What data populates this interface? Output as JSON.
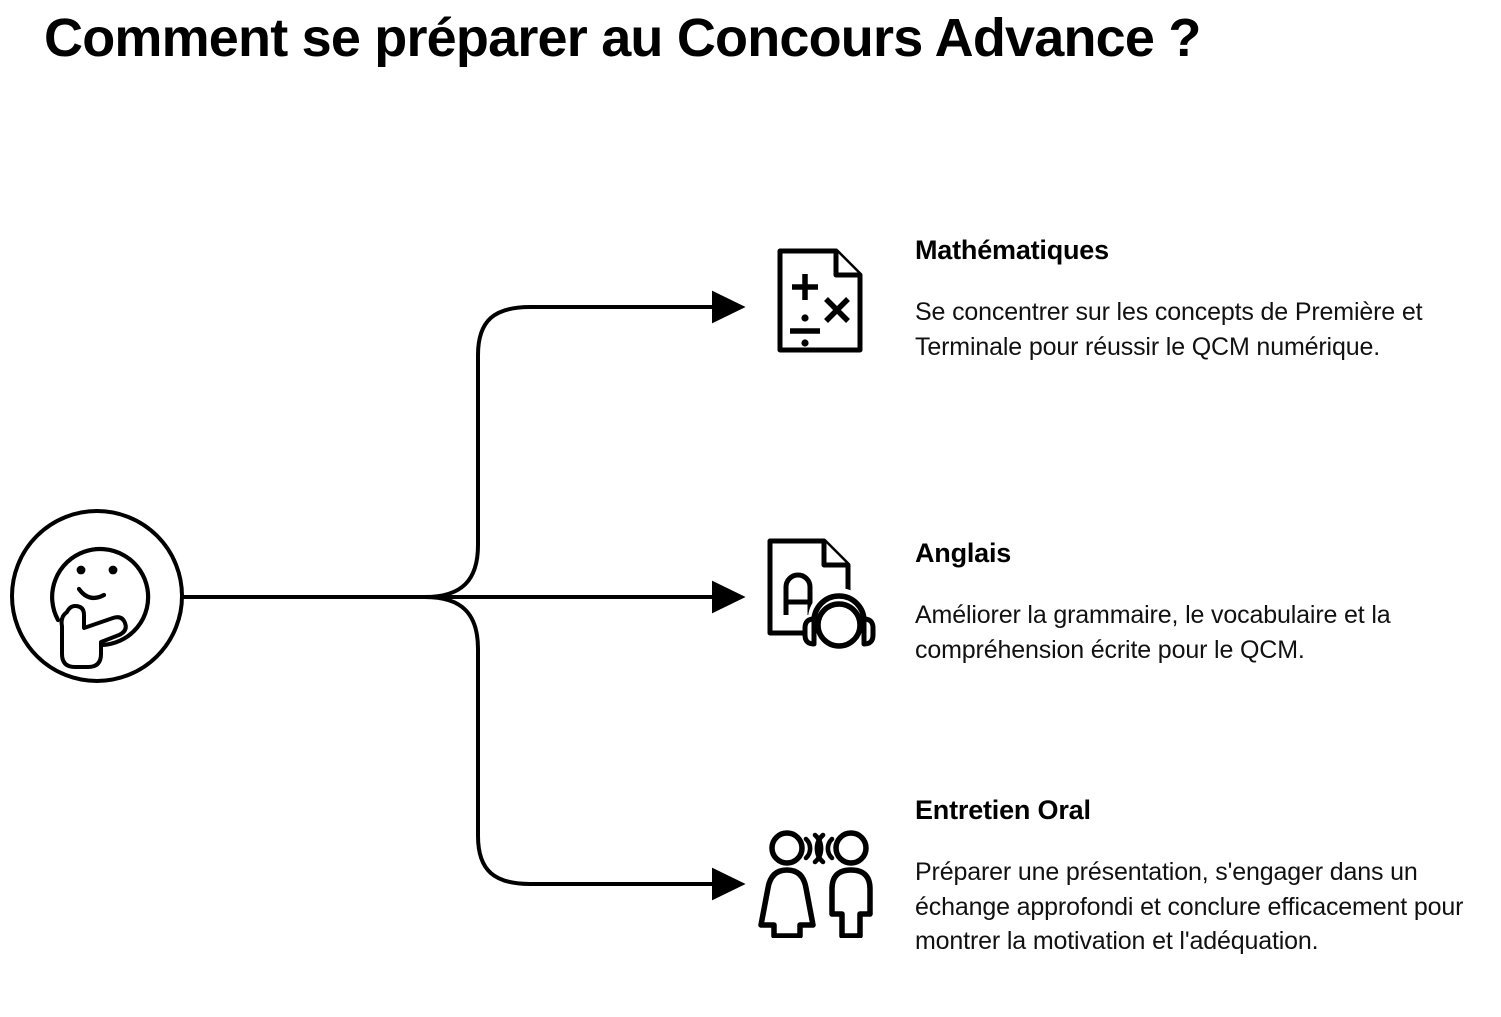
{
  "page": {
    "title": "Comment se préparer au Concours Advance ?",
    "background_color": "#ffffff",
    "line_color": "#000000",
    "text_color": "#0d0d0d"
  },
  "center_node": {
    "icon": "thinking-face-icon",
    "label": ""
  },
  "branches": [
    {
      "id": "mathematiques",
      "icon": "document-math-symbols-icon",
      "heading": "Mathématiques",
      "description": "Se concentrer sur les concepts de Première et Terminale pour réussir le QCM numérique."
    },
    {
      "id": "anglais",
      "icon": "document-letter-a-headphones-icon",
      "heading": "Anglais",
      "description": "Améliorer la grammaire, le vocabulaire et la compréhension écrite pour le QCM."
    },
    {
      "id": "entretien-oral",
      "icon": "two-people-talking-icon",
      "heading": "Entretien Oral",
      "description": "Préparer une présentation, s'engager dans un échange approfondi et conclure efficacement pour montrer la motivation et l'adéquation."
    }
  ]
}
